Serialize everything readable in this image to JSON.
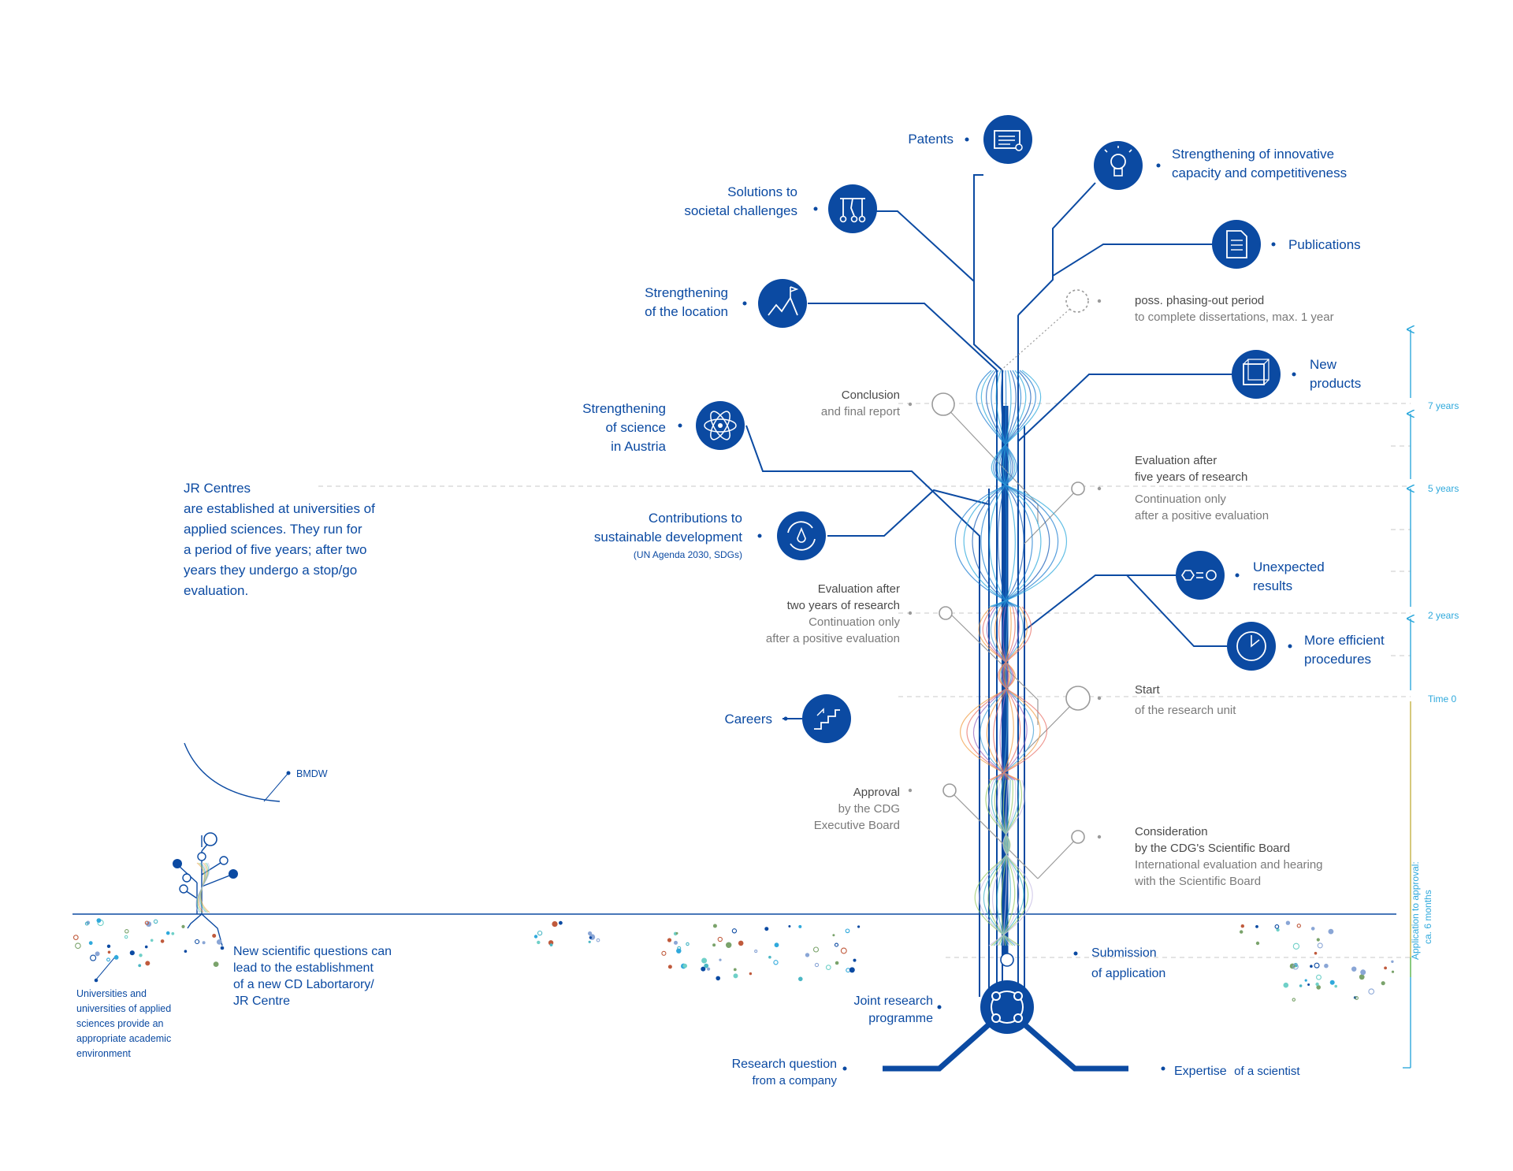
{
  "outcomes": {
    "patents": "Patents",
    "innovative_1": "Strengthening of innovative",
    "innovative_2": "capacity and competitiveness",
    "solutions_1": "Solutions to",
    "solutions_2": "societal challenges",
    "publications": "Publications",
    "location_1": "Strengthening",
    "location_2": "of the location",
    "products_1": "New",
    "products_2": "products",
    "science_1": "Strengthening",
    "science_2": "of science",
    "science_3": "in Austria",
    "sustain_1": "Contributions to",
    "sustain_2": "sustainable development",
    "sustain_3": "(UN Agenda 2030, SDGs)",
    "unexpected_1": "Unexpected",
    "unexpected_2": "results",
    "efficient_1": "More efficient",
    "efficient_2": "procedures",
    "careers": "Careers"
  },
  "process": {
    "phasing_1": "poss. phasing-out period",
    "phasing_2": "to complete dissertations, max. 1 year",
    "conclusion_1": "Conclusion",
    "conclusion_2": "and final report",
    "eval5_1": "Evaluation after",
    "eval5_2": "five years of research",
    "eval5_3": "Continuation only",
    "eval5_4": "after a positive evaluation",
    "eval2_1": "Evaluation after",
    "eval2_2": "two years of research",
    "eval2_3": "Continuation only",
    "eval2_4": "after a positive evaluation",
    "start_1": "Start",
    "start_2": "of the research unit",
    "approval_1": "Approval",
    "approval_2": "by the CDG",
    "approval_3": "Executive Board",
    "consid_1": "Consideration",
    "consid_2": "by the CDG's Scientific Board",
    "consid_3": "International evaluation and hearing",
    "consid_4": "with the Scientific Board",
    "submission_1": "Submission",
    "submission_2": "of application",
    "joint_1": "Joint research",
    "joint_2": "programme",
    "rq_1": "Research question",
    "rq_2": "from a company",
    "expertise_1": "Expertise",
    "expertise_2": "of a scientist"
  },
  "timeline": {
    "y7": "7 years",
    "y5": "5 years",
    "y2": "2 years",
    "t0": "Time 0",
    "approval_time_1": "Application to approval:",
    "approval_time_2": "ca. 6 months"
  },
  "jr": {
    "title": "JR Centres",
    "l1": "are established at universities of",
    "l2": "applied sciences. They run for",
    "l3": "a period of five years; after two",
    "l4": "years they undergo a stop/go",
    "l5": "evaluation.",
    "bmdw": "BMDW",
    "newq_1": "New scientific questions can",
    "newq_2": "lead to the establishment",
    "newq_3": "of a new CD Labortarory/",
    "newq_4": "JR Centre",
    "uni_1": "Universities and",
    "uni_2": "universities of applied",
    "uni_3": "sciences provide an",
    "uni_4": "appropriate academic",
    "uni_5": "environment"
  },
  "colors": {
    "blue": "#0b4aa2",
    "cyan": "#2fa9dc",
    "gray": "#9a9a9a",
    "yellow": "#e8c14a",
    "green": "#7cc24e"
  },
  "icons": [
    "certificate-icon",
    "lightbulb-icon",
    "flow-icon",
    "document-icon",
    "mountain-flag-icon",
    "cube-icon",
    "atom-icon",
    "recycle-drop-icon",
    "hexagon-equals-icon",
    "clock-icon",
    "stairs-icon",
    "network-node-icon"
  ]
}
